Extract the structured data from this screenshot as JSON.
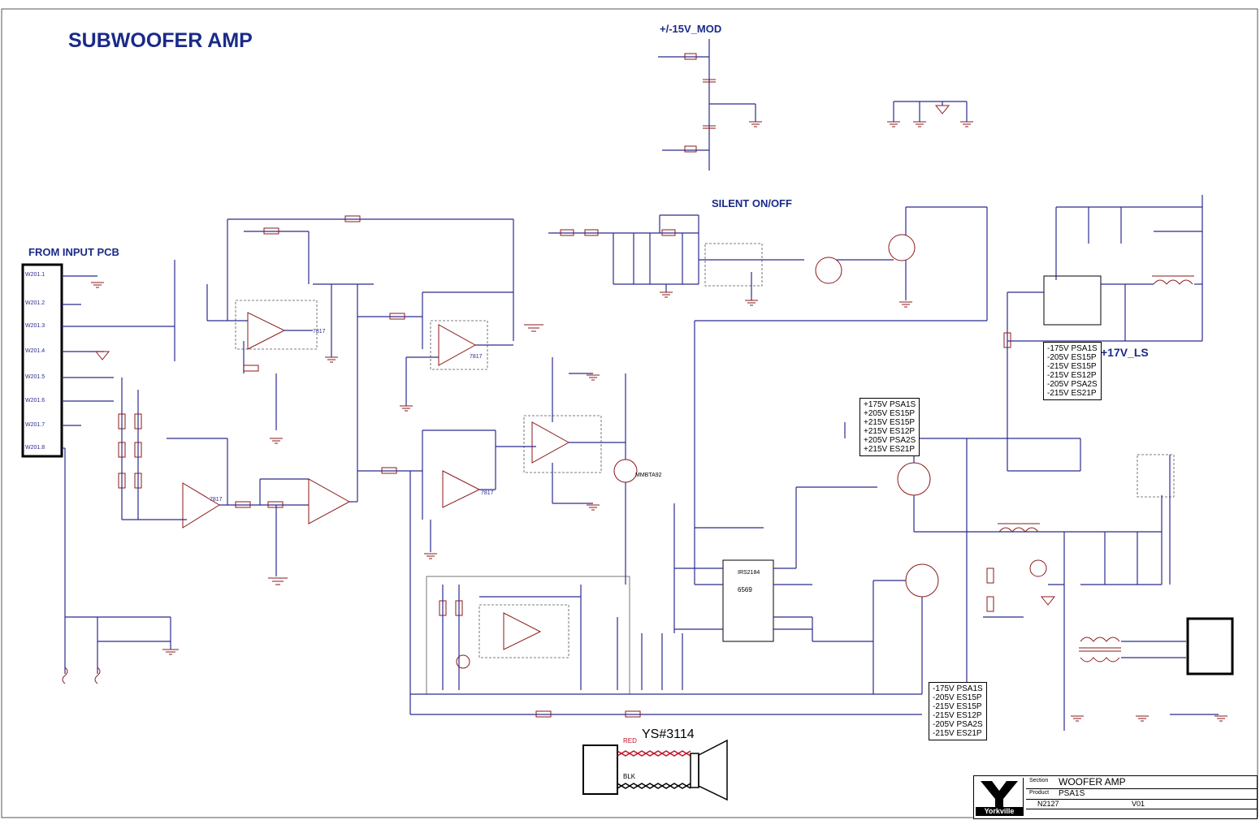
{
  "schematic": {
    "title": "SUBWOOFER AMP",
    "sections": {
      "supply_mod": "+/-15V_MOD",
      "silent": "SILENT ON/OFF",
      "input": "FROM INPUT PCB",
      "rail_ls": "+17V_LS"
    },
    "speaker": {
      "part": "YS#3114",
      "wire_red": "RED",
      "wire_blk": "BLK"
    },
    "notes": {
      "supply_table_top": "+175V PSA1S\n+205V ES15P\n+215V ES15P\n+215V ES12P\n+205V PSA2S\n+215V ES21P",
      "supply_table_right": "-175V PSA1S\n-205V ES15P\n-215V ES15P\n-215V ES12P\n-205V PSA2S\n-215V ES21P",
      "supply_table_bottom": "-175V PSA1S\n-205V ES15P\n-215V ES15P\n-215V ES12P\n-205V PSA2S\n-215V ES21P"
    },
    "connector_pins": [
      "W201.1",
      "W201.2",
      "W201.3",
      "W201.4",
      "W201.5",
      "W201.6",
      "W201.7",
      "W201.8"
    ],
    "ic_labels": {
      "u201": "7817",
      "u202": "7817",
      "u203": "7817",
      "u204": "7817",
      "u205": "6569",
      "ic_irs": "IRS2184",
      "q_upper": "MMBTA92"
    }
  },
  "title_block": {
    "brand": "Yorkville",
    "title_label": "Section",
    "title": "WOOFER AMP",
    "product_label": "Product",
    "product": "PSA1S",
    "doc_no": "N2127",
    "revision": "V01"
  },
  "colors": {
    "wire": "#2b2b8f",
    "component": "#8a1a1a",
    "title_text": "#1a2a88"
  }
}
